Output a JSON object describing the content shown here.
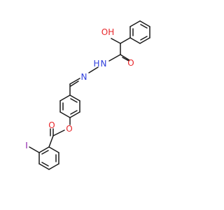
{
  "molecule": {
    "atoms": [
      {
        "id": "o_hydroxyl",
        "text": "OH",
        "color": "#e8262a"
      },
      {
        "id": "o_amide",
        "text": "O",
        "color": "#e8262a"
      },
      {
        "id": "n_amide",
        "text": "N",
        "color": "#2f3fdc"
      },
      {
        "id": "h_amide",
        "text": "H",
        "color": "#2f3fdc"
      },
      {
        "id": "n_imine",
        "text": "N",
        "color": "#2f3fdc"
      },
      {
        "id": "o_ester_ring",
        "text": "O",
        "color": "#e8262a"
      },
      {
        "id": "o_carbonyl_ester",
        "text": "O",
        "color": "#e8262a"
      },
      {
        "id": "iodine",
        "text": "I",
        "color": "#8a1aa8"
      }
    ],
    "bond_color": "#1a1a1a"
  }
}
